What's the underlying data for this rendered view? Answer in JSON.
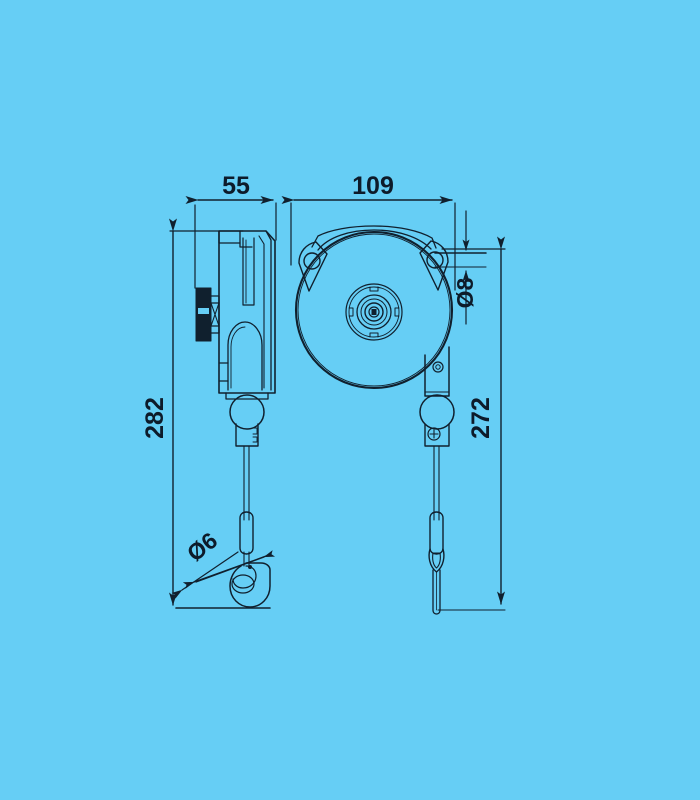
{
  "drawing": {
    "title": "Spring balancer dimensional drawing",
    "background_color": "#66CEF5",
    "line_color": "#10202e",
    "views": [
      {
        "name": "side-view",
        "label": ""
      },
      {
        "name": "front-view",
        "label": ""
      }
    ],
    "dimensions": {
      "width_side": "55",
      "width_front": "109",
      "height_overall": "282",
      "height_to_hook": "272",
      "suspension_eye_diameter": "Ø8",
      "cable_hook_diameter": "Ø6"
    }
  }
}
